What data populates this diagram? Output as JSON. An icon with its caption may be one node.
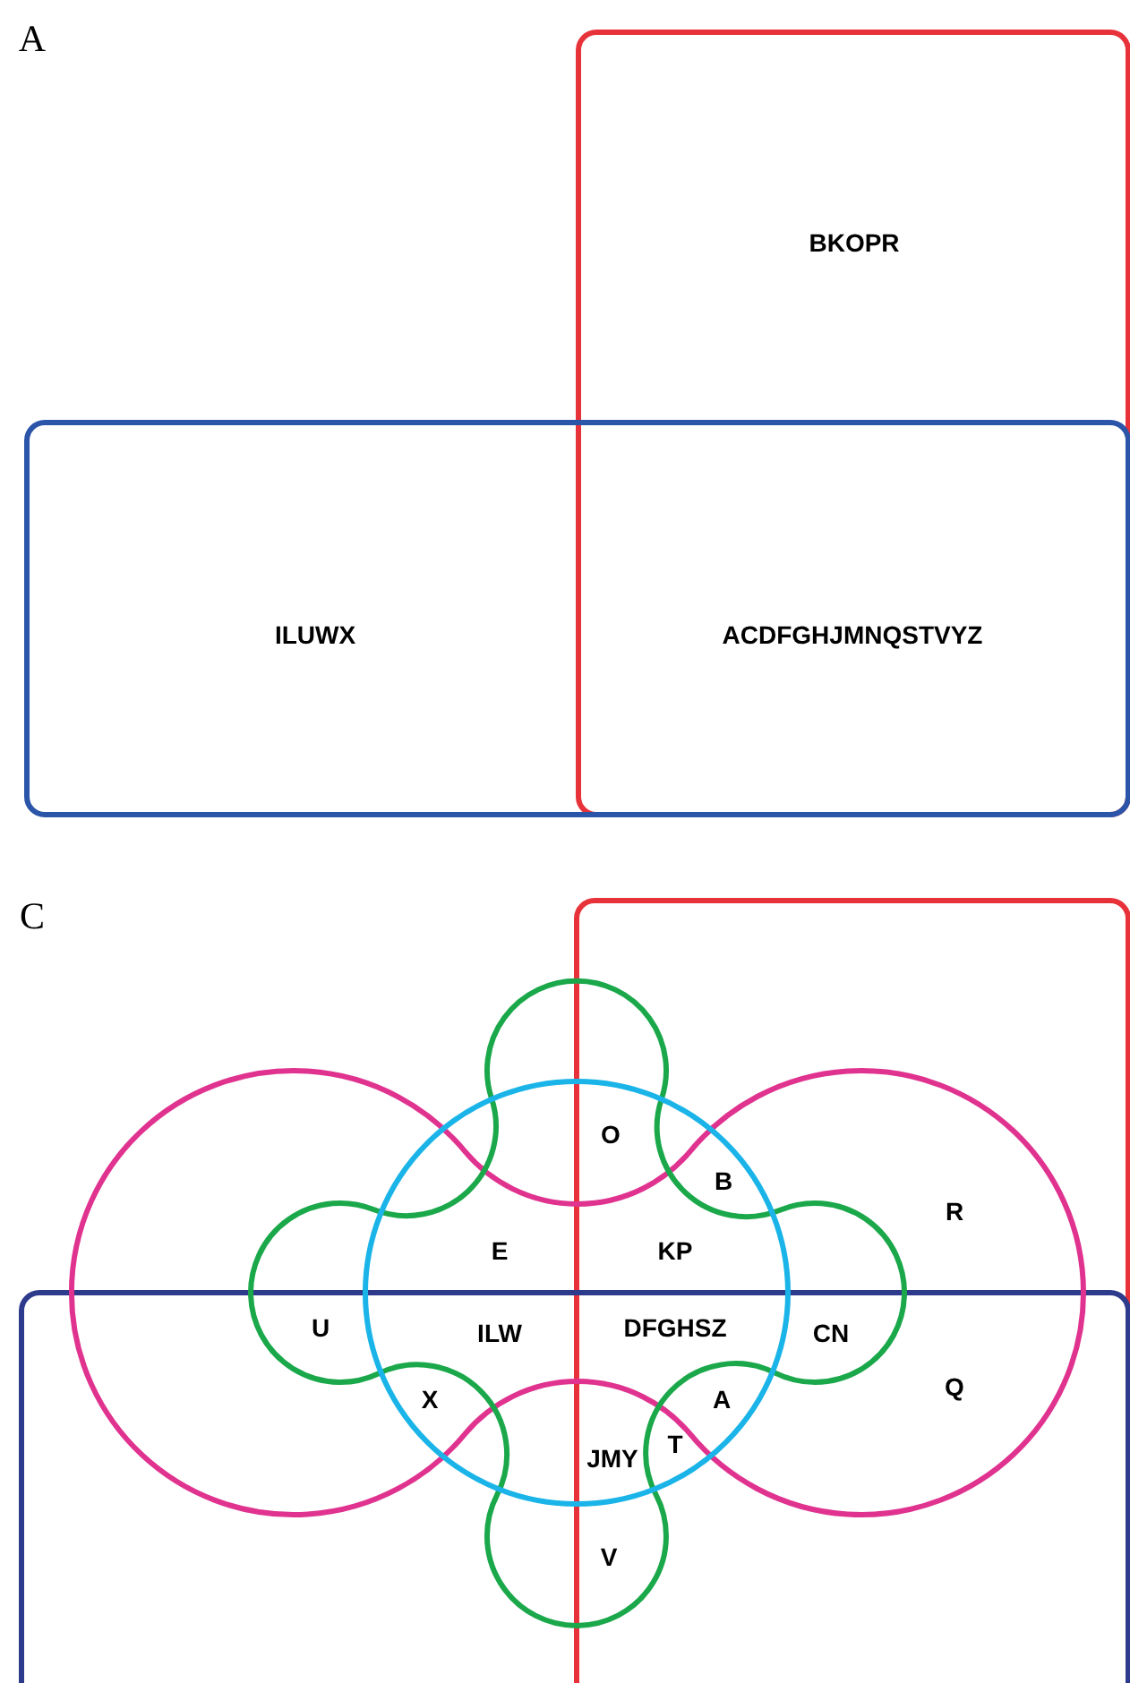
{
  "diagram": {
    "nodes": [
      {
        "text": [],
        "shape": "box"
      },
      {
        "text": [],
        "shape": "box"
      },
      {
        "text": [],
        "shape": "box"
      },
      {
        "text": [],
        "shape": "box"
      },
      {
        "text": [],
        "shape": "blob"
      },
      {
        "text": [],
        "shape": "circle"
      },
      {
        "text": [],
        "shape": "blob"
      }
    ],
    "labels": [
      "A",
      "BKOPR",
      "ILUWX",
      "ACDFGHJMNQSTVYZ",
      "C",
      "O",
      "B",
      "R",
      "E",
      "KP",
      "U",
      "ILW",
      "DFGHSZ",
      "CN",
      "Q",
      "X",
      "A",
      "JMY",
      "T",
      "V"
    ]
  }
}
